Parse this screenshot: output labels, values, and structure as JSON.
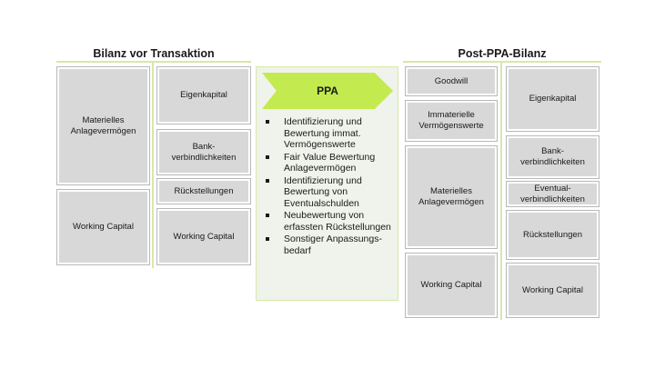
{
  "left": {
    "title": "Bilanz vor Transaktion",
    "assets": [
      "Materielles\nAnlagevermögen",
      "Working Capital"
    ],
    "liabilities": [
      "Eigenkapital",
      "Bank-\nverbindlichkeiten",
      "Rückstellungen",
      "Working Capital"
    ]
  },
  "ppa": {
    "label": "PPA",
    "items": [
      "Identifizierung und Bewertung immat. Vermögenswerte",
      "Fair Value Bewertung Anlagevermögen",
      "Identifizierung und Bewertung von Eventualschulden",
      "Neubewertung von erfassten Rückstellungen",
      "Sonstiger Anpassungs-bedarf"
    ]
  },
  "right": {
    "title": "Post-PPA-Bilanz",
    "assets": [
      "Goodwill",
      "Immaterielle\nVermögenswerte",
      "Materielles\nAnlagevermögen",
      "Working Capital"
    ],
    "liabilities": [
      "Eigenkapital",
      "Bank-\nverbindlichkeiten",
      "Eventual-\nverbindlichkeiten",
      "Rückstellungen",
      "Working Capital"
    ]
  },
  "colors": {
    "box_fill": "#d8d8d8",
    "accent_green": "#c3ea4f",
    "line_green": "#d6e9a8"
  }
}
